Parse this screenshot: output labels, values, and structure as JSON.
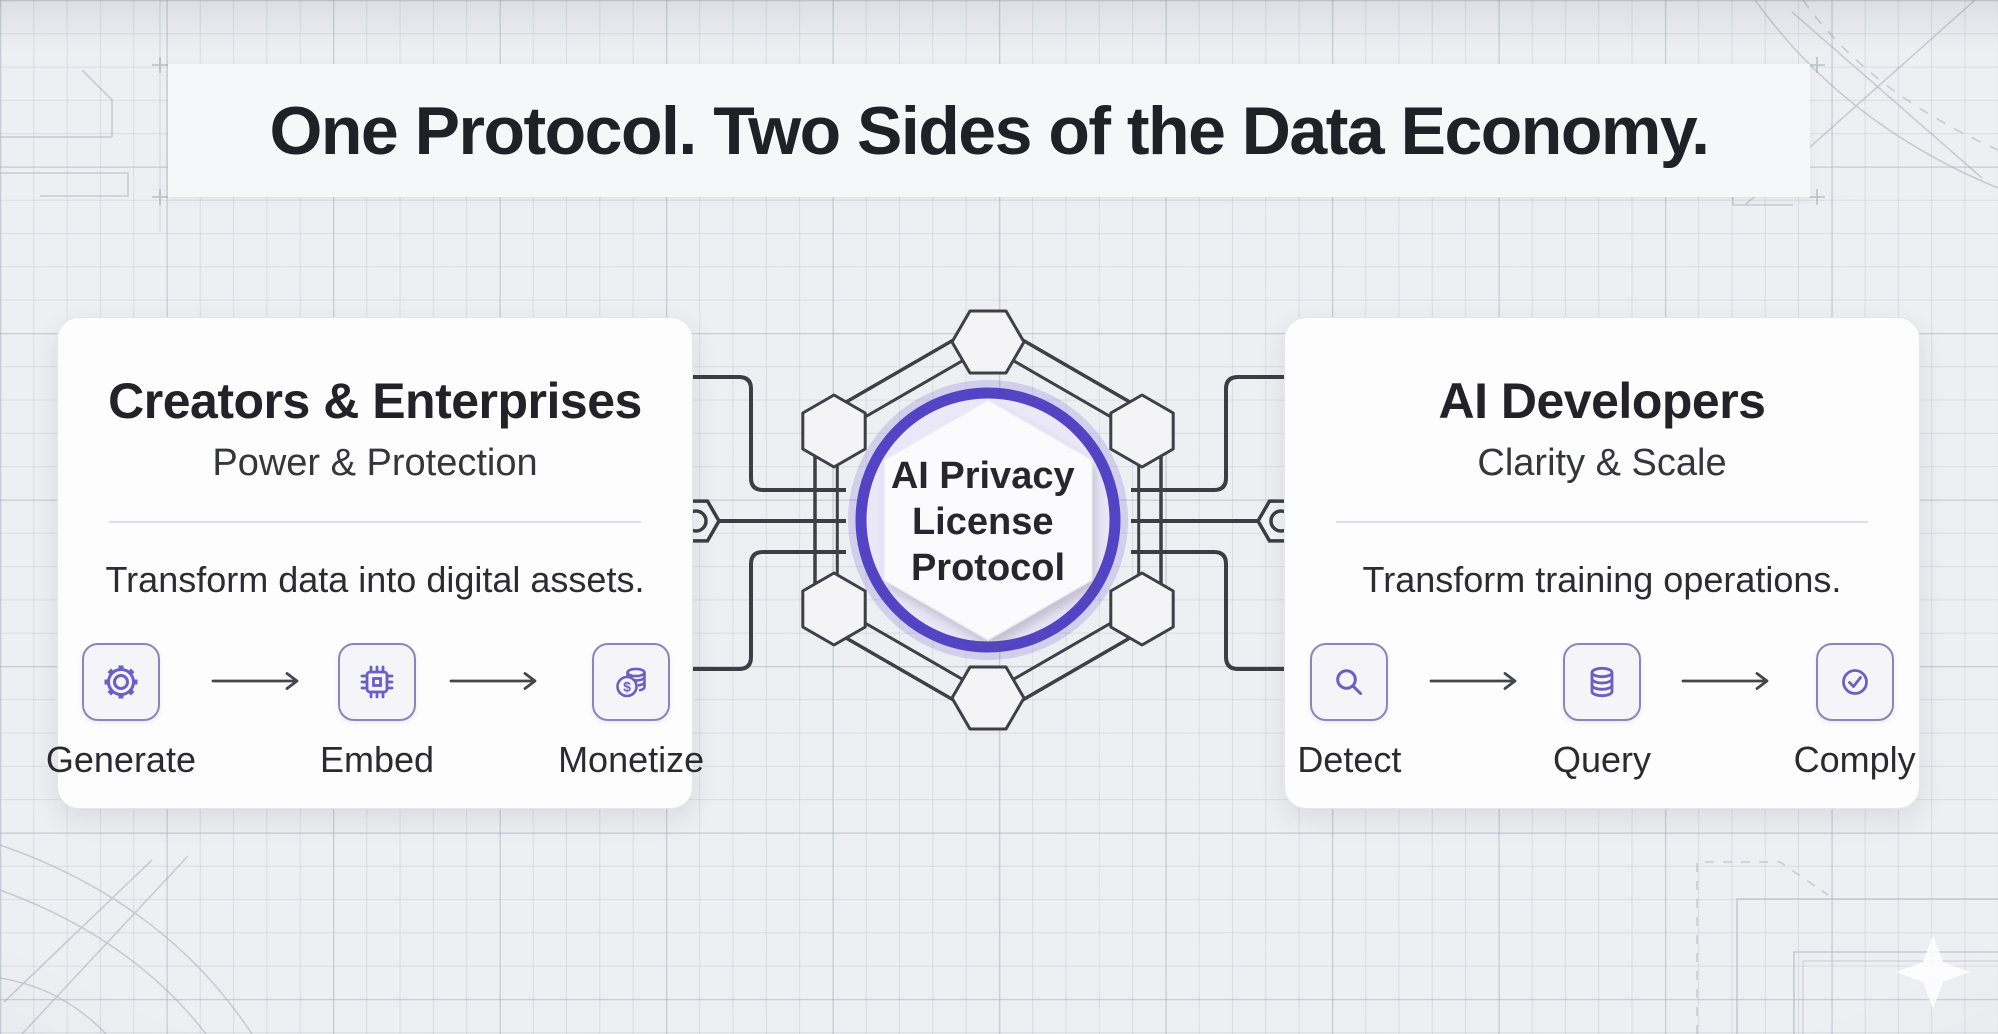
{
  "title": "One Protocol. Two Sides of the Data Economy.",
  "center": {
    "label": "AI Privacy License Protocol",
    "label_lines": [
      "AI Privacy",
      "License",
      "Protocol"
    ]
  },
  "left_card": {
    "heading": "Creators & Enterprises",
    "subheading": "Power & Protection",
    "description": "Transform data into digital assets.",
    "steps": [
      {
        "label": "Generate",
        "icon": "gear-icon"
      },
      {
        "label": "Embed",
        "icon": "chip-icon"
      },
      {
        "label": "Monetize",
        "icon": "coins-icon"
      }
    ]
  },
  "right_card": {
    "heading": "AI Developers",
    "subheading": "Clarity & Scale",
    "description": "Transform training operations.",
    "steps": [
      {
        "label": "Detect",
        "icon": "search-icon"
      },
      {
        "label": "Query",
        "icon": "database-icon"
      },
      {
        "label": "Comply",
        "icon": "check-circle-icon"
      }
    ]
  },
  "colors": {
    "accent_purple": "#5444c4",
    "icon_purple": "#6c5fbe",
    "line_dark": "#3d3d45",
    "background": "#edeff2",
    "card": "#fdfdfe",
    "text_dark": "#222228"
  }
}
